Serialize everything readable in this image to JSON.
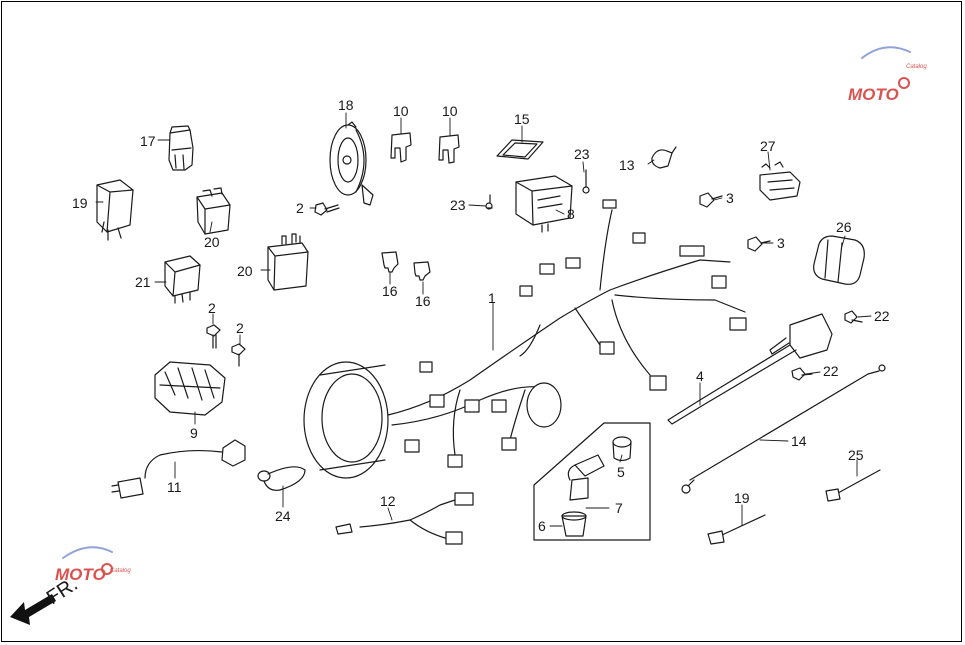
{
  "labels": {
    "l1": "1",
    "l2a": "2",
    "l2b": "2",
    "l2c": "2",
    "l3a": "3",
    "l3b": "3",
    "l4": "4",
    "l5": "5",
    "l6": "6",
    "l7": "7",
    "l8": "8",
    "l9": "9",
    "l10a": "10",
    "l10b": "10",
    "l11": "11",
    "l12": "12",
    "l13": "13",
    "l14": "14",
    "l15": "15",
    "l16a": "16",
    "l16b": "16",
    "l17": "17",
    "l18": "18",
    "l19a": "19",
    "l19b": "19",
    "l20a": "20",
    "l20b": "20",
    "l21": "21",
    "l22a": "22",
    "l22b": "22",
    "l23a": "23",
    "l23b": "23",
    "l24": "24",
    "l25": "25",
    "l26": "26",
    "l27": "27"
  },
  "front_marker": "FR.",
  "watermark": {
    "logo": "MOTO",
    "tagline": "Catalog"
  },
  "colors": {
    "line": "#1a1a1a",
    "watermark_red": "#d9534f",
    "watermark_blue": "#8fa3d6"
  }
}
